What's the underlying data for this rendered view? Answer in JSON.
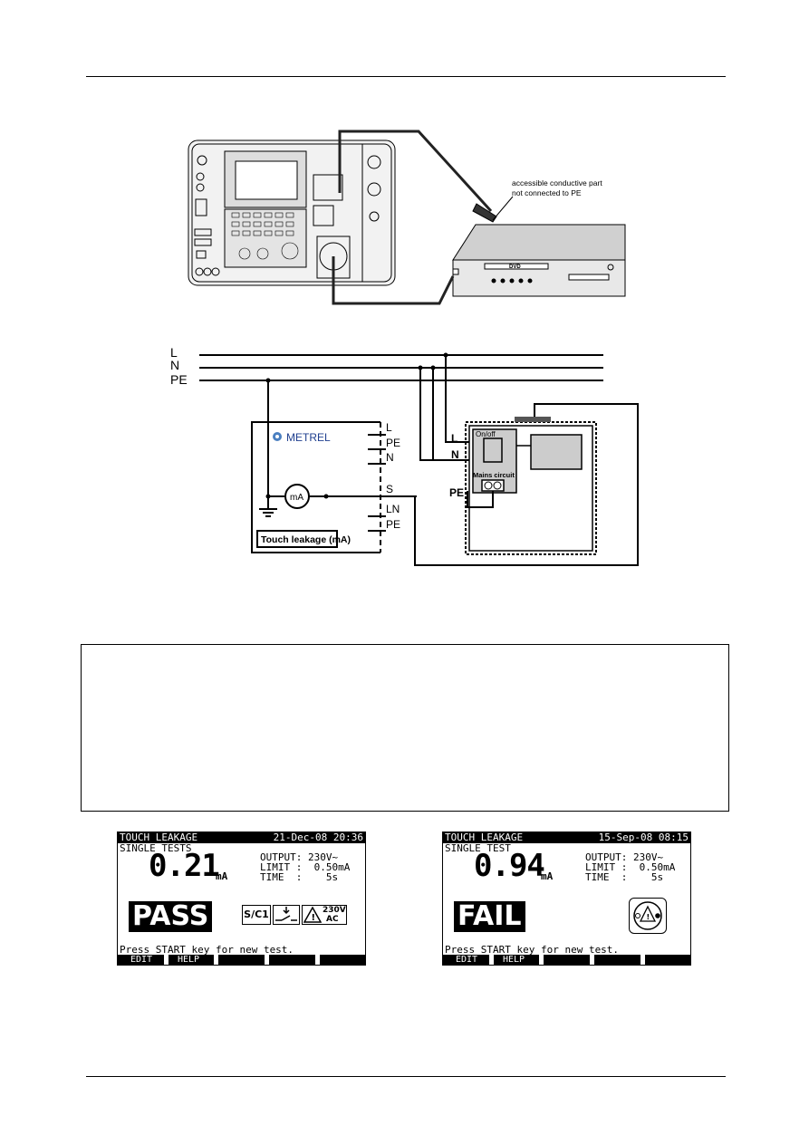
{
  "figure1": {
    "callout": "accessible conductive part\nnot connected to PE",
    "callout_line1": "accessible conductive part",
    "callout_line2": "not connected to PE",
    "dvd_label": "DVD"
  },
  "figure2": {
    "line_labels": [
      "L",
      "N",
      "PE"
    ],
    "brand": "METREL",
    "terminal_labels_top": [
      "L",
      "PE",
      "N"
    ],
    "terminal_s": "S",
    "terminal_labels_bottom": [
      "LN",
      "PE"
    ],
    "meter": "mA",
    "mode_label": "Touch leakage (mA)",
    "dut_L": "L",
    "dut_N": "N",
    "dut_PE": "PE",
    "switch_label": "On/off",
    "mains_label": "Mains circuit"
  },
  "screens": [
    {
      "title": "TOUCH LEAKAGE",
      "datetime": "21-Dec-08 20:36",
      "subtitle": "SINGLE TESTS",
      "value": "0.21",
      "unit": "mA",
      "output": "OUTPUT: 230V~",
      "limit": "LIMIT :  0.50mA",
      "time": "TIME  :    5s",
      "verdict": "PASS",
      "icons": [
        "S/C1",
        "230V",
        "AC"
      ],
      "message": "Press START key for new test.",
      "fkeys": [
        "EDIT",
        "HELP"
      ]
    },
    {
      "title": "TOUCH LEAKAGE",
      "datetime": "15-Sep-08 08:15",
      "subtitle": "SINGLE TEST",
      "value": "0.94",
      "unit": "mA",
      "output": "OUTPUT: 230V~",
      "limit": "LIMIT :  0.50mA",
      "time": "TIME  :    5s",
      "verdict": "FAIL",
      "message": "Press START key for new test.",
      "fkeys": [
        "EDIT",
        "HELP"
      ]
    }
  ]
}
